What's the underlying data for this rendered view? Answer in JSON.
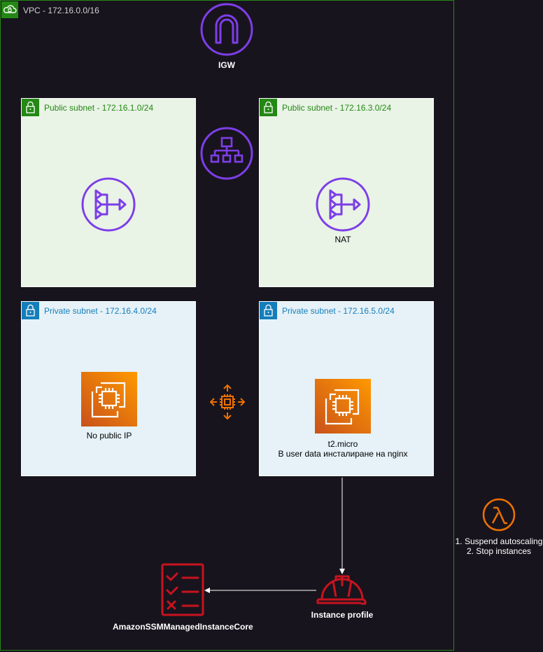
{
  "vpc": {
    "label": "VPC - 172.16.0.0/16"
  },
  "igw": {
    "label": "IGW"
  },
  "subnets": [
    {
      "label": "Public subnet - 172.16.1.0/24"
    },
    {
      "label": "Public subnet - 172.16.3.0/24"
    },
    {
      "label": "Private subnet - 172.16.4.0/24"
    },
    {
      "label": "Private subnet - 172.16.5.0/24"
    }
  ],
  "nat": {
    "label": "NAT"
  },
  "ec2_left": {
    "label": "No public IP"
  },
  "ec2_right": {
    "line1": "t2.micro",
    "line2": "В user data инсталиране на nginx"
  },
  "instance_profile": {
    "label": "Instance profile"
  },
  "policy": {
    "label": "AmazonSSMManagedInstanceCore"
  },
  "lambda": {
    "line1": "1. Suspend autoscaling",
    "line2": "2. Stop instances"
  },
  "colors": {
    "purple": "#7d3ee8",
    "orange": "#ed7100",
    "red": "#c7131f",
    "green": "#248814",
    "blue": "#147eba"
  }
}
